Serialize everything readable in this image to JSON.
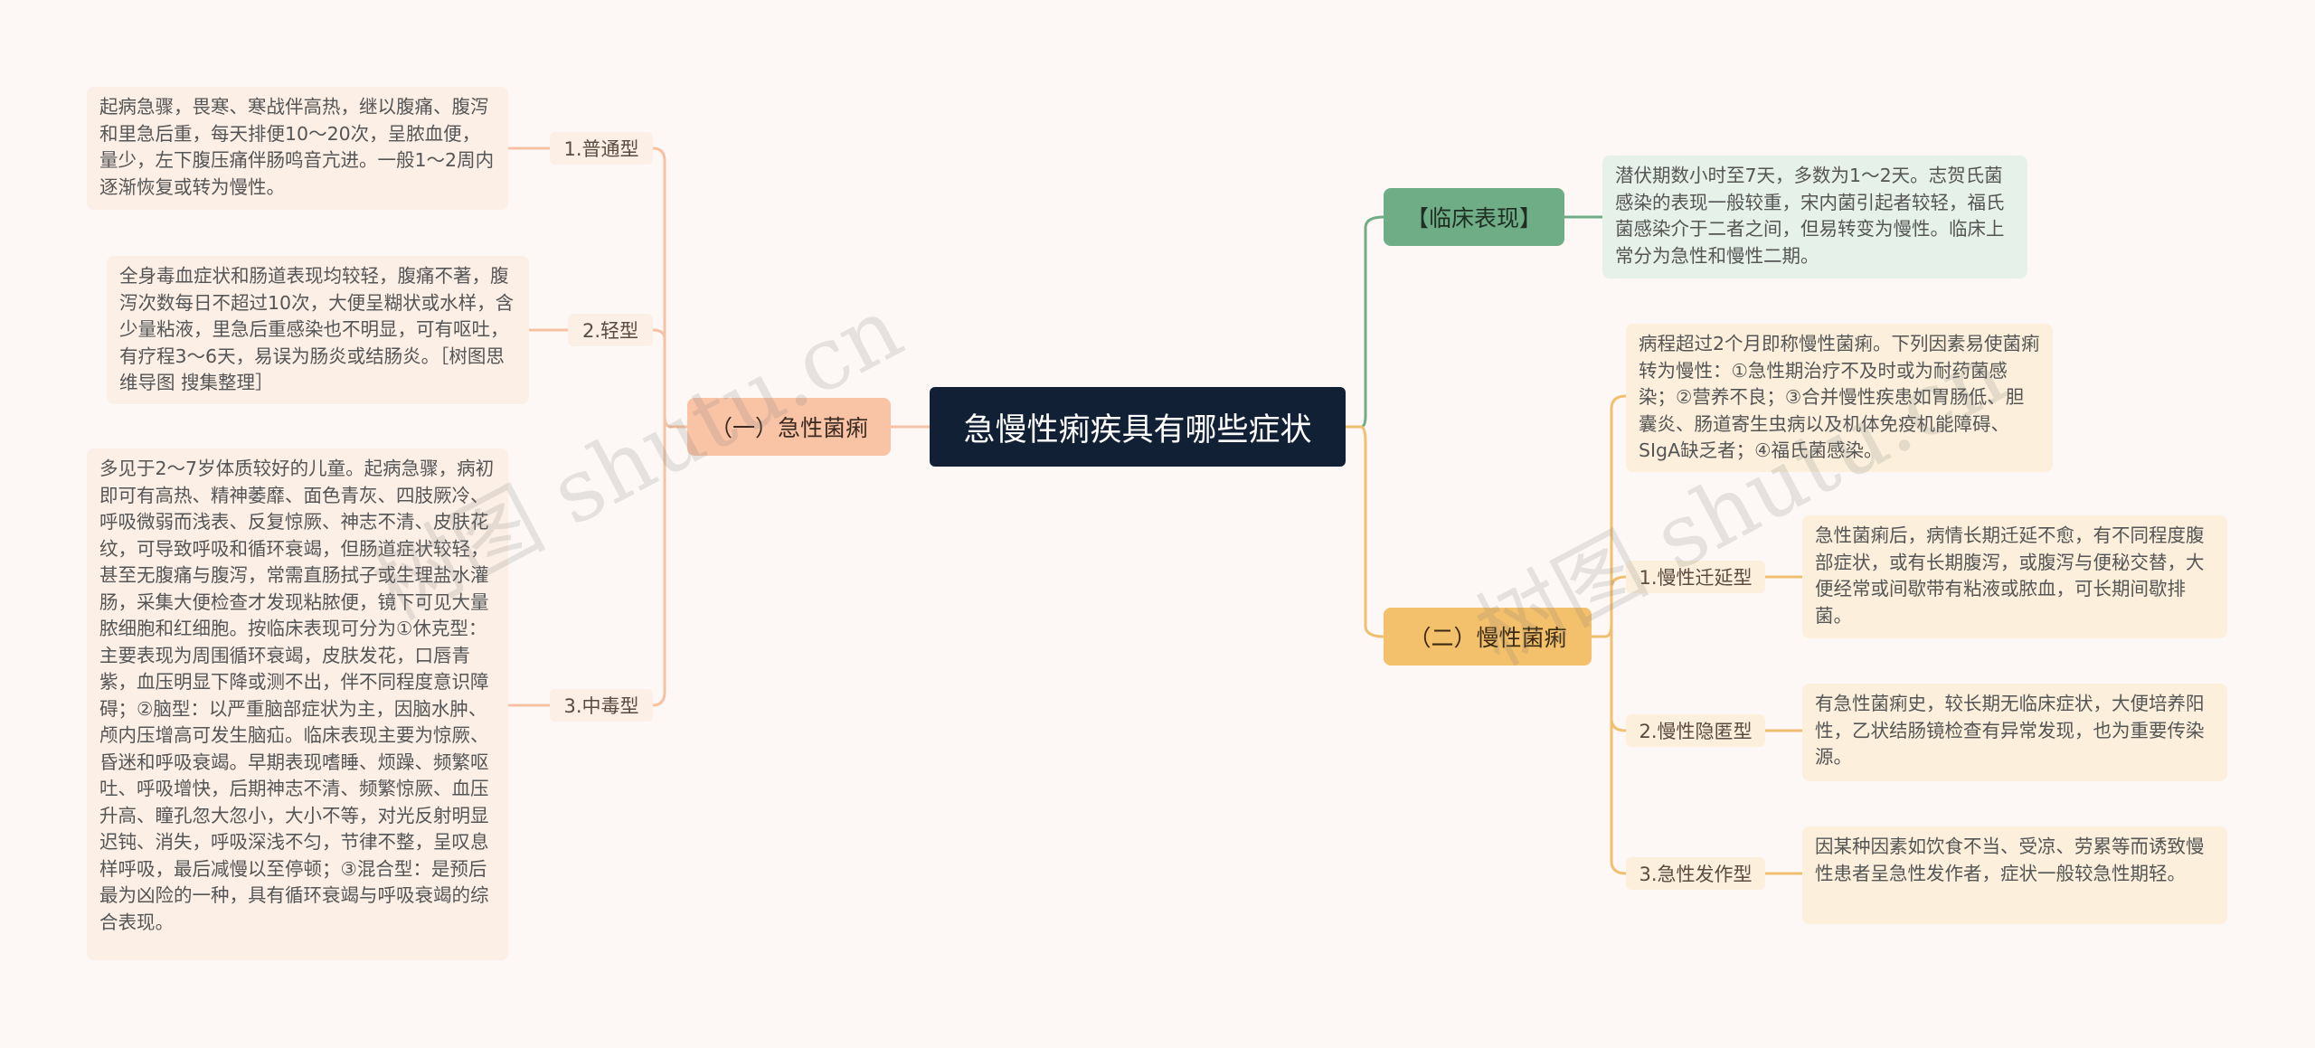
{
  "center": {
    "title": "急慢性痢疾具有哪些症状"
  },
  "branches": {
    "acute": {
      "label": "（一）急性菌痢",
      "subs": [
        {
          "label": "1.普通型",
          "text": "起病急骤，畏寒、寒战伴高热，继以腹痛、腹泻和里急后重，每天排便10～20次，呈脓血便，量少，左下腹压痛伴肠鸣音亢进。一般1～2周内逐渐恢复或转为慢性。"
        },
        {
          "label": "2.轻型",
          "text": "全身毒血症状和肠道表现均较轻，腹痛不著，腹泻次数每日不超过10次，大便呈糊状或水样，含少量粘液，里急后重感染也不明显，可有呕吐，有疗程3～6天，易误为肠炎或结肠炎。［树图思维导图 搜集整理］"
        },
        {
          "label": "3.中毒型",
          "text": "多见于2～7岁体质较好的儿童。起病急骤，病初即可有高热、精神萎靡、面色青灰、四肢厥冷、呼吸微弱而浅表、反复惊厥、神志不清、皮肤花纹，可导致呼吸和循环衰竭，但肠道症状较轻，甚至无腹痛与腹泻，常需直肠拭子或生理盐水灌肠，采集大便检查才发现粘脓便，镜下可见大量脓细胞和红细胞。按临床表现可分为①休克型：主要表现为周围循环衰竭，皮肤发花，口唇青紫，血压明显下降或测不出，伴不同程度意识障碍；②脑型：以严重脑部症状为主，因脑水肿、颅内压增高可发生脑疝。临床表现主要为惊厥、昏迷和呼吸衰竭。早期表现嗜睡、烦躁、频繁呕吐、呼吸增快，后期神志不清、频繁惊厥、血压升高、瞳孔忽大忽小，大小不等，对光反射明显迟钝、消失，呼吸深浅不匀，节律不整，呈叹息样呼吸，最后减慢以至停顿；③混合型：是预后最为凶险的一种，具有循环衰竭与呼吸衰竭的综合表现。"
        }
      ]
    },
    "clinical": {
      "label": "【临床表现】",
      "text": "潜伏期数小时至7天，多数为1～2天。志贺氏菌感染的表现一般较重，宋内菌引起者较轻，福氏菌感染介于二者之间，但易转变为慢性。临床上常分为急性和慢性二期。"
    },
    "chronic": {
      "label": "（二）慢性菌痢",
      "intro": "病程超过2个月即称慢性菌痢。下列因素易使菌痢转为慢性：①急性期治疗不及时或为耐药菌感染；②营养不良；③合并慢性疾患如胃肠低、胆囊炎、肠道寄生虫病以及机体免疫机能障碍、SIgA缺乏者；④福氏菌感染。",
      "subs": [
        {
          "label": "1.慢性迁延型",
          "text": "急性菌痢后，病情长期迁延不愈，有不同程度腹部症状，或有长期腹泻，或腹泻与便秘交替，大便经常或间歇带有粘液或脓血，可长期间歇排菌。"
        },
        {
          "label": "2.慢性隐匿型",
          "text": "有急性菌痢史，较长期无临床症状，大便培养阳性，乙状结肠镜检查有异常发现，也为重要传染源。"
        },
        {
          "label": "3.急性发作型",
          "text": "因某种因素如饮食不当、受凉、劳累等而诱致慢性患者呈急性发作者，症状一般较急性期轻。"
        }
      ]
    }
  },
  "watermarks": [
    "树图 shutu.cn",
    "树图 shutu.cn"
  ],
  "colors": {
    "acute_line": "#f6c2a4",
    "clinical_line": "#6fad86",
    "chronic_line": "#f0c070"
  }
}
